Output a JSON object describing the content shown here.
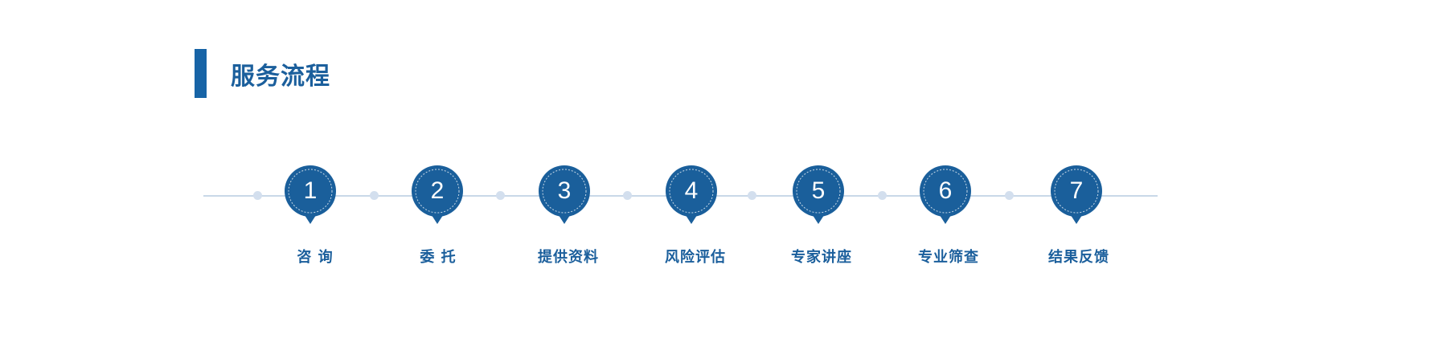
{
  "header": {
    "title": "服务流程"
  },
  "colors": {
    "accent": "#1764a6",
    "title_text": "#1b5f9c",
    "pin_fill": "#1a5f9b",
    "axis": "#c9d8e8",
    "dot": "#d3dfee"
  },
  "steps": [
    {
      "number": "1",
      "label": "咨 询"
    },
    {
      "number": "2",
      "label": "委 托"
    },
    {
      "number": "3",
      "label": "提供资料"
    },
    {
      "number": "4",
      "label": "风险评估"
    },
    {
      "number": "5",
      "label": "专家讲座"
    },
    {
      "number": "6",
      "label": "专业筛查"
    },
    {
      "number": "7",
      "label": "结果反馈"
    }
  ]
}
